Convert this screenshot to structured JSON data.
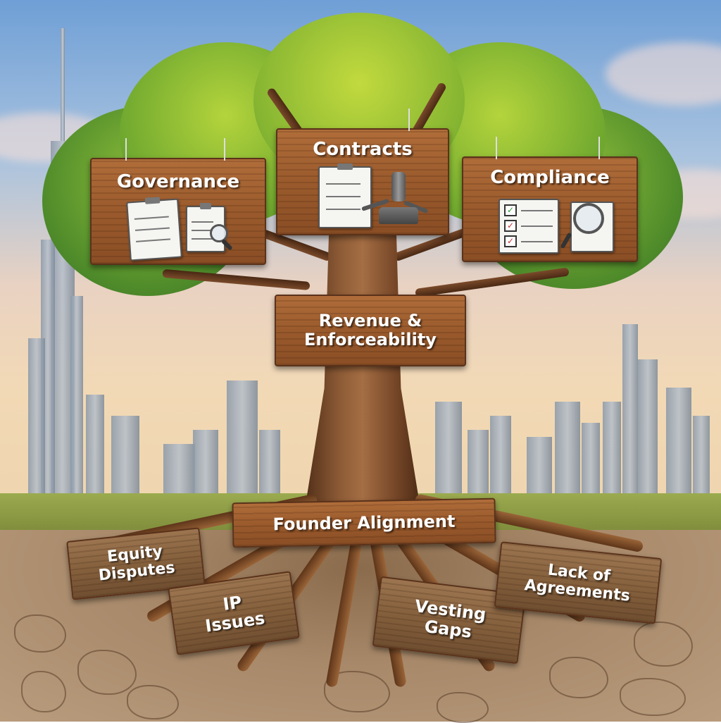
{
  "illustration": {
    "type": "tree-metaphor",
    "canopy_signs": [
      {
        "label": "Governance",
        "icons": [
          "clipboard-icon",
          "clipboard-chart-icon",
          "magnifier-icon"
        ]
      },
      {
        "label": "Contracts",
        "icons": [
          "document-icon",
          "gavel-icon"
        ]
      },
      {
        "label": "Compliance",
        "icons": [
          "checklist-icon",
          "magnifier-icon"
        ]
      }
    ],
    "trunk_sign": {
      "label_line1": "Revenue &",
      "label_line2": "Enforceability"
    },
    "ground_sign": {
      "label": "Founder Alignment"
    },
    "root_signs": [
      {
        "line1": "Equity",
        "line2": "Disputes"
      },
      {
        "line1": "IP",
        "line2": "Issues"
      },
      {
        "line1": "Vesting",
        "line2": "Gaps"
      },
      {
        "line1": "Lack of",
        "line2": "Agreements"
      }
    ],
    "colors": {
      "sky_top": "#6f9fd6",
      "sky_horizon": "#f2d9b5",
      "leaf_light": "#a8cc3a",
      "leaf_dark": "#3f7f2a",
      "wood": "#9a5a2c",
      "wood_weathered": "#85603d",
      "soil": "#a8896a",
      "check_green": "#2e9a3a",
      "check_red": "#c6312b"
    }
  }
}
